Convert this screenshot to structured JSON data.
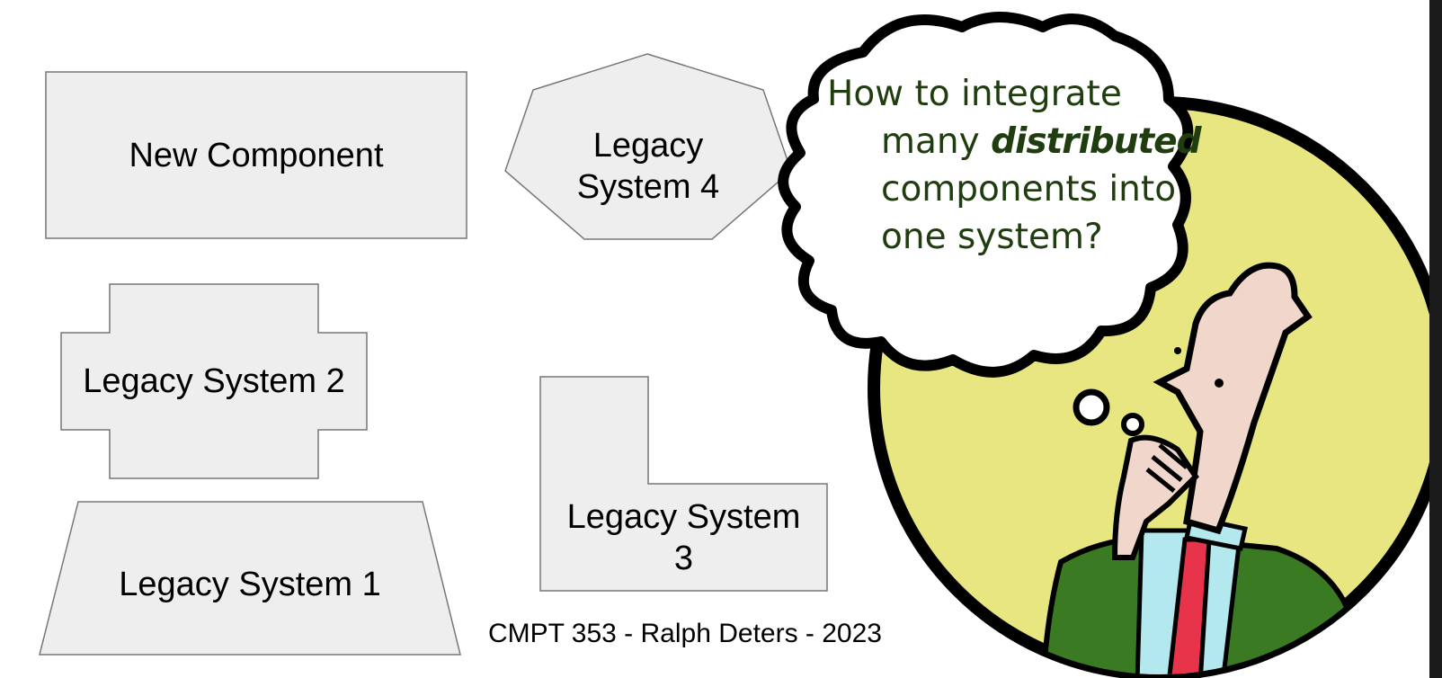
{
  "shapes": {
    "new_component": "New Component",
    "legacy_4": [
      "Legacy",
      "System 4"
    ],
    "legacy_2": "Legacy System 2",
    "legacy_3": [
      "Legacy System",
      "3"
    ],
    "legacy_1": "Legacy System 1"
  },
  "thought": {
    "line1": "How to integrate",
    "line2_pre": "many ",
    "line2_emph": "distributed",
    "line3": "components into",
    "line4": "one system?"
  },
  "footer": "CMPT 353 - Ralph Deters - 2023",
  "colors": {
    "shape_fill": "#eeeeee",
    "shape_stroke": "#777777",
    "circle_fill": "#e8e680",
    "cloud_text": "#1f3d0e",
    "jacket": "#3a7a22",
    "tie": "#e8344a",
    "shirt": "#b3e8ee",
    "skin": "#f1d6cc"
  }
}
